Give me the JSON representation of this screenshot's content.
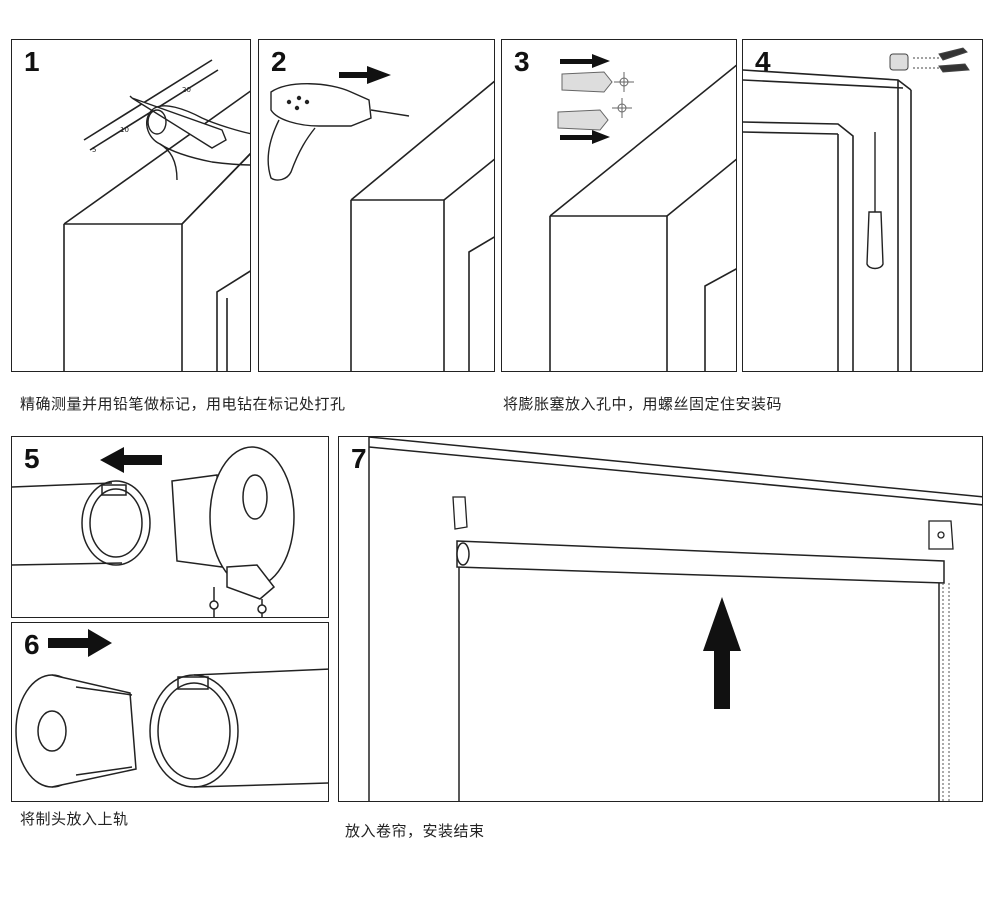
{
  "steps": {
    "s1": "1",
    "s2": "2",
    "s3": "3",
    "s4": "4",
    "s5": "5",
    "s6": "6",
    "s7": "7"
  },
  "captions": {
    "row1_left": "精确测量并用铅笔做标记，用电钻在标记处打孔",
    "row1_right": "将膨胀塞放入孔中，用螺丝固定住安装码",
    "step56": "将制头放入上轨",
    "step7": "放入卷帘，安装结束"
  },
  "ruler_marks": [
    "5",
    "10",
    "20"
  ],
  "colors": {
    "line": "#222222",
    "arrow": "#111111",
    "background": "#ffffff",
    "fill_gray": "#dddddd"
  }
}
